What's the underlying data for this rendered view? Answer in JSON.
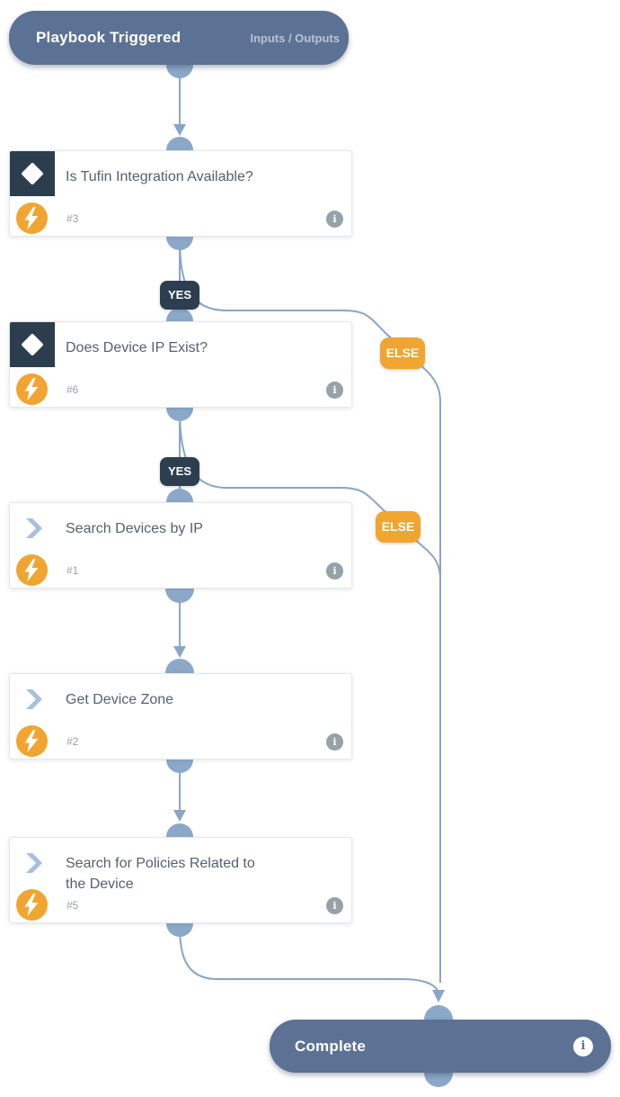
{
  "colors": {
    "accent_blue": "#5b7294",
    "connector_blue": "#8aa5c6",
    "dark_navy": "#2c3d4e",
    "orange": "#f0a531"
  },
  "start_node": {
    "title": "Playbook Triggered",
    "io_link": "Inputs / Outputs"
  },
  "tasks": [
    {
      "id": "#3",
      "title": "Is Tufin Integration Available?",
      "type": "condition"
    },
    {
      "id": "#6",
      "title": "Does Device IP Exist?",
      "type": "condition"
    },
    {
      "id": "#1",
      "title": "Search Devices by IP",
      "type": "automation"
    },
    {
      "id": "#2",
      "title": "Get Device Zone",
      "type": "automation"
    },
    {
      "id": "#5",
      "title": "Search for Policies Related to the Device",
      "type": "automation"
    }
  ],
  "branch_labels": {
    "yes": "YES",
    "else": "ELSE"
  },
  "end_node": {
    "title": "Complete"
  },
  "icons": {
    "info_glyph": "i"
  }
}
